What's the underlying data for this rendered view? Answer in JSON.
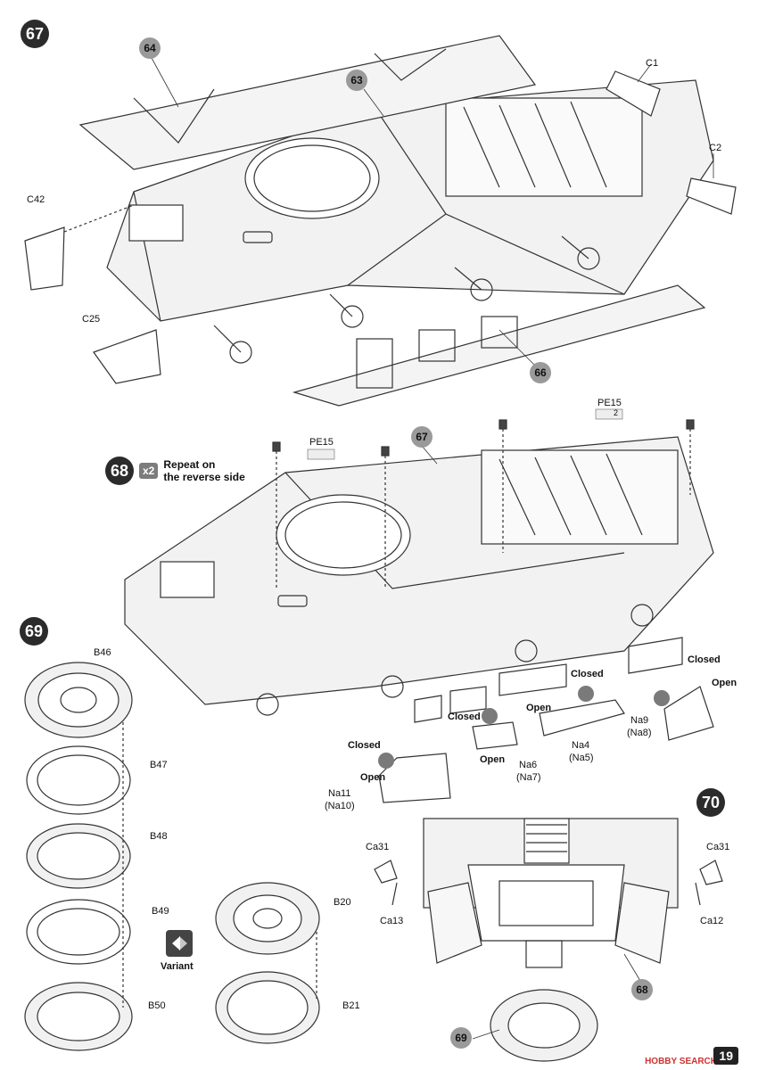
{
  "steps": {
    "s67": "67",
    "s68": "68",
    "s69": "69",
    "s70": "70"
  },
  "bubbles": {
    "b64": "64",
    "b63": "63",
    "b66": "66",
    "b67": "67",
    "b68": "68",
    "b69": "69"
  },
  "repeat": {
    "multiplier": "x2",
    "line1": "Repeat on",
    "line2": "the reverse side"
  },
  "parts": {
    "c1": "C1",
    "c2": "C2",
    "c42": "C42",
    "c25": "C25",
    "pe15a": "PE15",
    "pe15b": "PE15",
    "pe15_count": "2",
    "b46": "B46",
    "b47": "B47",
    "b48": "B48",
    "b49": "B49",
    "b50": "B50",
    "b20": "B20",
    "b21": "B21",
    "na4": "Na4",
    "na5": "(Na5)",
    "na6": "Na6",
    "na7": "(Na7)",
    "na9": "Na9",
    "na8": "(Na8)",
    "na11": "Na11",
    "na10": "(Na10)",
    "ca31l": "Ca31",
    "ca31r": "Ca31",
    "ca13": "Ca13",
    "ca12": "Ca12"
  },
  "labels": {
    "closed1": "Closed",
    "closed2": "Closed",
    "closed3": "Closed",
    "closed4": "Closed",
    "open1": "Open",
    "open2": "Open",
    "open3": "Open",
    "open4": "Open",
    "variant": "Variant"
  },
  "footer": {
    "page_number": "19",
    "watermark": "HOBBY SEARCH"
  },
  "icons": [
    "vehicle-hull-drawing",
    "fender-drawing",
    "wheel-drawing",
    "rotate-icon",
    "variant-icon"
  ]
}
